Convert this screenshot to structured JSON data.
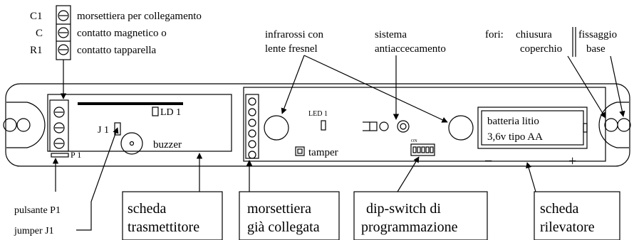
{
  "terminal_block": {
    "pins": [
      "C1",
      "C",
      "R1"
    ],
    "description": [
      "morsettiera per collegamento",
      "contatto magnetico o",
      "contatto tapparella"
    ]
  },
  "top_labels": {
    "infrared": [
      "infrarossi con",
      "lente fresnel"
    ],
    "anti_glare": [
      "sistema",
      "antiaccecamento"
    ],
    "holes": "fori:",
    "cover_closure": [
      "chiusura",
      "coperchio"
    ],
    "base_fixing": [
      "fissaggio",
      "base"
    ]
  },
  "board": {
    "ld1": "LD 1",
    "j1": "J 1",
    "buzzer": "buzzer",
    "p1": "P 1",
    "led1": "LED 1",
    "tamper": "tamper",
    "dip_tiny": "ON",
    "battery": [
      "batteria litio",
      "3,6v tipo AA"
    ],
    "minus": "−",
    "plus": "+"
  },
  "bottom_labels": {
    "pushbutton": "pulsante P1",
    "jumper": "jumper J1",
    "transmitter": [
      "scheda",
      "trasmettitore"
    ],
    "connected_block": [
      "morsettiera",
      "già collegata"
    ],
    "dip_switch": [
      "dip-switch di",
      "programmazione"
    ],
    "detector": [
      "scheda",
      "rilevatore"
    ]
  }
}
